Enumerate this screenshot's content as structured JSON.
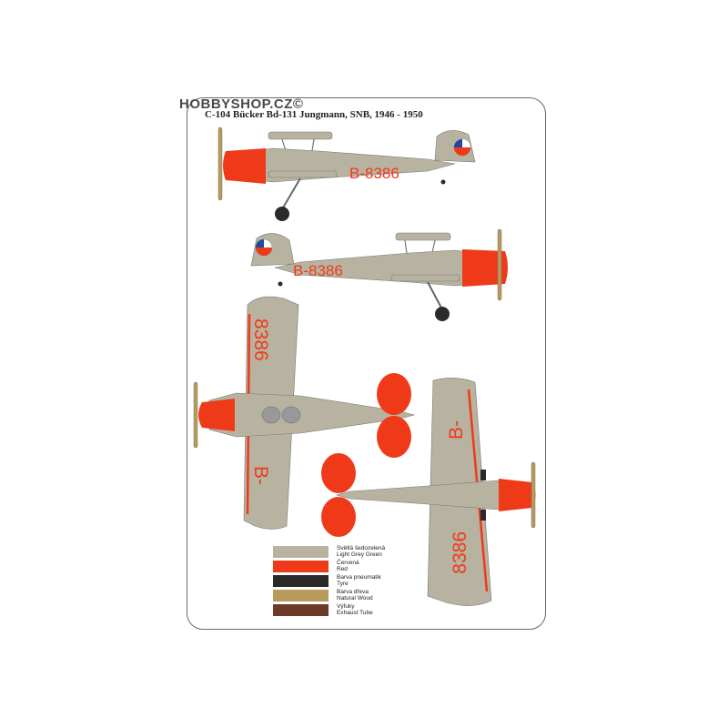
{
  "watermark": "HOBBYSHOP.CZ©",
  "title": "C-104 Bücker Bd-131 Jungmann, SNB, 1946 - 1950",
  "registration": {
    "full": "B-8386",
    "prefix": "B-",
    "number": "8386"
  },
  "colors": {
    "body": "#b8b3a0",
    "red": "#ef3a1a",
    "tyre": "#2a2a2a",
    "wood": "#b89a5a",
    "exhaust": "#6b3a28"
  },
  "legend": [
    {
      "cz": "Světlá šedozelená",
      "en": "Light Grey Green",
      "color": "#b8b3a0"
    },
    {
      "cz": "Červená",
      "en": "Red",
      "color": "#ef3a1a"
    },
    {
      "cz": "Barva pneumatik",
      "en": "Tyre",
      "color": "#2a2a2a"
    },
    {
      "cz": "Barva dřeva",
      "en": "Natural Wood",
      "color": "#b89a5a"
    },
    {
      "cz": "Výfuky",
      "en": "Exhaust Tube",
      "color": "#6b3a28"
    }
  ]
}
